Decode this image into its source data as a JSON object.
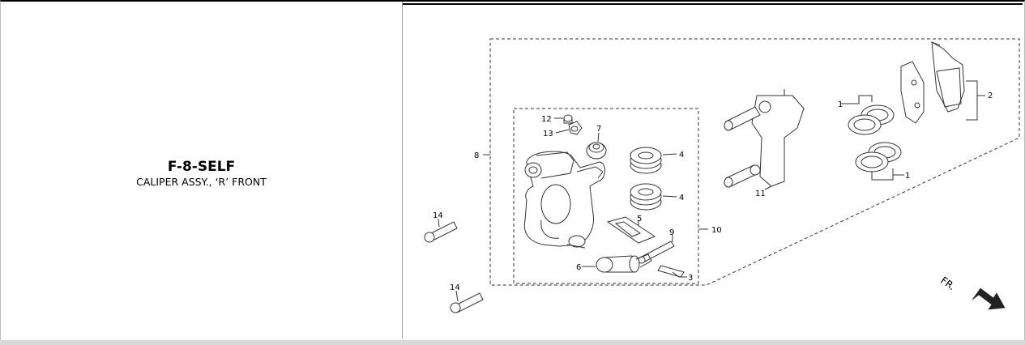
{
  "part": {
    "code": "F-8-SELF",
    "name": "CALIPER ASSY., ‘R’ FRONT"
  },
  "diagram": {
    "callouts": {
      "c1a": "1",
      "c1b": "1",
      "c2": "2",
      "c3": "3",
      "c4a": "4",
      "c4b": "4",
      "c5": "5",
      "c6": "6",
      "c7": "7",
      "c8": "8",
      "c9": "9",
      "c10": "10",
      "c11": "11",
      "c12": "12",
      "c13": "13",
      "c14a": "14",
      "c14b": "14"
    },
    "direction_label": "FR."
  }
}
